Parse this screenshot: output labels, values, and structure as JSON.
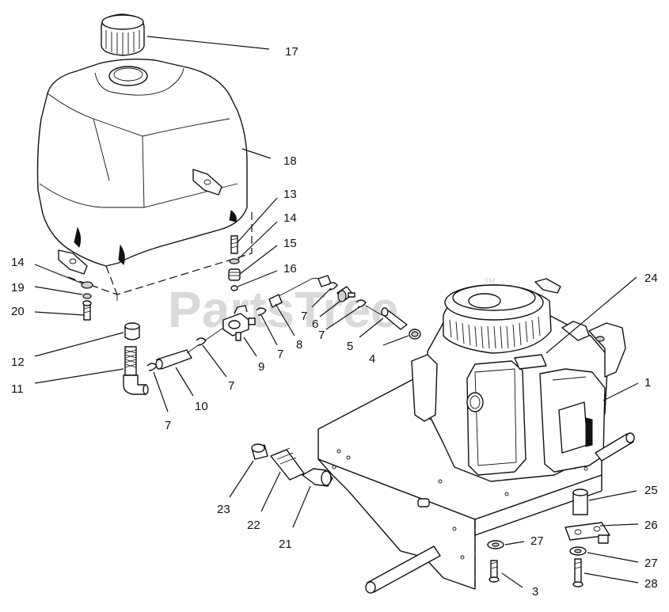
{
  "watermark": {
    "text": "PartsTree",
    "trademark": "TM"
  },
  "callouts": [
    {
      "id": "c17a",
      "label": "17"
    },
    {
      "id": "c18",
      "label": "18"
    },
    {
      "id": "c13",
      "label": "13"
    },
    {
      "id": "c14a",
      "label": "14"
    },
    {
      "id": "c15",
      "label": "15"
    },
    {
      "id": "c16",
      "label": "16"
    },
    {
      "id": "c14b",
      "label": "14"
    },
    {
      "id": "c19",
      "label": "19"
    },
    {
      "id": "c20",
      "label": "20"
    },
    {
      "id": "c12",
      "label": "12"
    },
    {
      "id": "c11",
      "label": "11"
    },
    {
      "id": "c7a",
      "label": "7"
    },
    {
      "id": "c10",
      "label": "10"
    },
    {
      "id": "c7b",
      "label": "7"
    },
    {
      "id": "c9",
      "label": "9"
    },
    {
      "id": "c7c",
      "label": "7"
    },
    {
      "id": "c8",
      "label": "8"
    },
    {
      "id": "c7d",
      "label": "7"
    },
    {
      "id": "c6",
      "label": "6"
    },
    {
      "id": "c7e",
      "label": "7"
    },
    {
      "id": "c5",
      "label": "5"
    },
    {
      "id": "c4",
      "label": "4"
    },
    {
      "id": "c24",
      "label": "24"
    },
    {
      "id": "c1",
      "label": "1"
    },
    {
      "id": "c25",
      "label": "25"
    },
    {
      "id": "c26",
      "label": "26"
    },
    {
      "id": "c27a",
      "label": "27"
    },
    {
      "id": "c27b",
      "label": "27"
    },
    {
      "id": "c28",
      "label": "28"
    },
    {
      "id": "c3",
      "label": "3"
    },
    {
      "id": "c23",
      "label": "23"
    },
    {
      "id": "c22",
      "label": "22"
    },
    {
      "id": "c21",
      "label": "21"
    }
  ]
}
